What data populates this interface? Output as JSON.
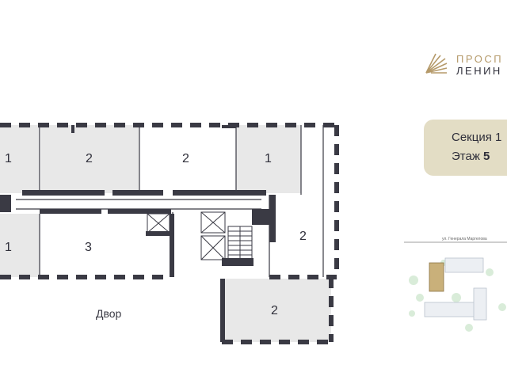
{
  "brand": {
    "line1": "ПРОСП",
    "line2": "ЛЕНИН",
    "icon": "palm-leaf-logo-icon",
    "accent_color": "#b59a6a"
  },
  "badge": {
    "section_label": "Секция 1",
    "floor_label": "Этаж",
    "floor_number": "5",
    "background": "#e3ddc5"
  },
  "floor_plan": {
    "highlight_color": "#e8e8e8",
    "wall_color": "#3a3a44",
    "rooms": [
      {
        "id": "a",
        "label": "1"
      },
      {
        "id": "b",
        "label": "2"
      },
      {
        "id": "c",
        "label": "2"
      },
      {
        "id": "d",
        "label": "1"
      },
      {
        "id": "e",
        "label": "1"
      },
      {
        "id": "f",
        "label": "3"
      },
      {
        "id": "g",
        "label": "2"
      },
      {
        "id": "h",
        "label": "2"
      }
    ],
    "yard_label": "Двор"
  },
  "mini_map": {
    "street_label": "ул. Генерала Маргелова"
  }
}
